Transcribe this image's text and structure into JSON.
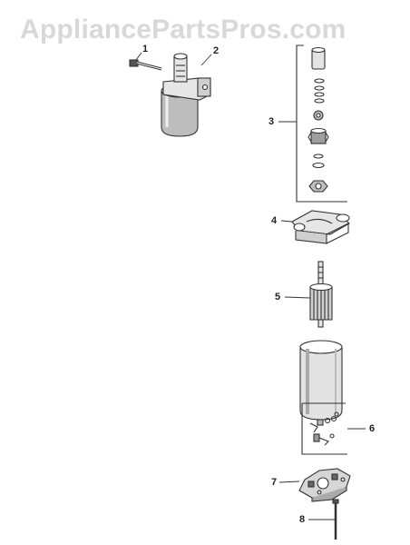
{
  "watermark": "AppliancePartsPros.com",
  "callouts": [
    "1",
    "2",
    "3",
    "4",
    "5",
    "6",
    "7",
    "8"
  ],
  "colors": {
    "line": "#333333",
    "shade": "#bdbdbd",
    "light": "#e6e6e6",
    "watermark": "#d8d8d8"
  }
}
